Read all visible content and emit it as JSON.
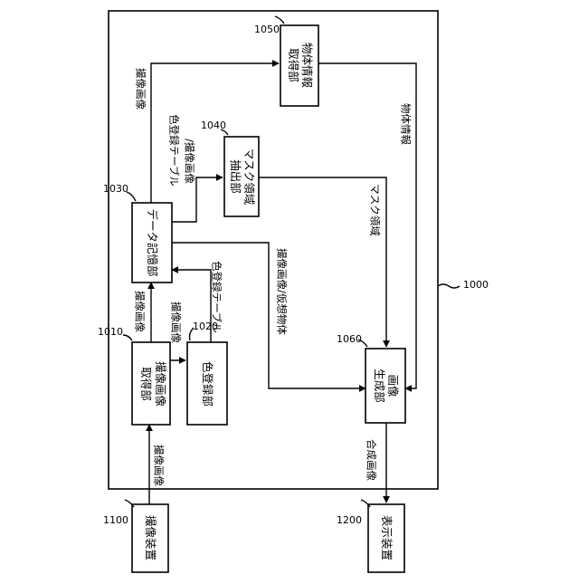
{
  "system": {
    "number": "1000"
  },
  "blocks": {
    "b1010": {
      "number": "1010",
      "lines": [
        "撮像画像",
        "取得部"
      ]
    },
    "b1020": {
      "number": "1020",
      "lines": [
        "色登録部"
      ]
    },
    "b1030": {
      "number": "1030",
      "lines": [
        "データ記憶部"
      ]
    },
    "b1040": {
      "number": "1040",
      "lines": [
        "マスク領域",
        "抽出部"
      ]
    },
    "b1050": {
      "number": "1050",
      "lines": [
        "物体情報",
        "取得部"
      ]
    },
    "b1060": {
      "number": "1060",
      "lines": [
        "画像",
        "生成部"
      ]
    },
    "b1100": {
      "number": "1100",
      "lines": [
        "撮像装置"
      ]
    },
    "b1200": {
      "number": "1200",
      "lines": [
        "表示装置"
      ]
    }
  },
  "signals": {
    "in_image": "撮像画像",
    "image_to_1020": "撮像画像",
    "image_to_1030": "撮像画像",
    "color_table": "色登録テーブル",
    "to_1040_line1": "色登録テーブル",
    "to_1040_line2": "/撮像画像",
    "image_to_1050": "撮像画像",
    "object_info": "物体情報",
    "mask_region": "マスク領域",
    "image_virtual": "撮像画像/仮想物体",
    "composite": "合成画像"
  }
}
